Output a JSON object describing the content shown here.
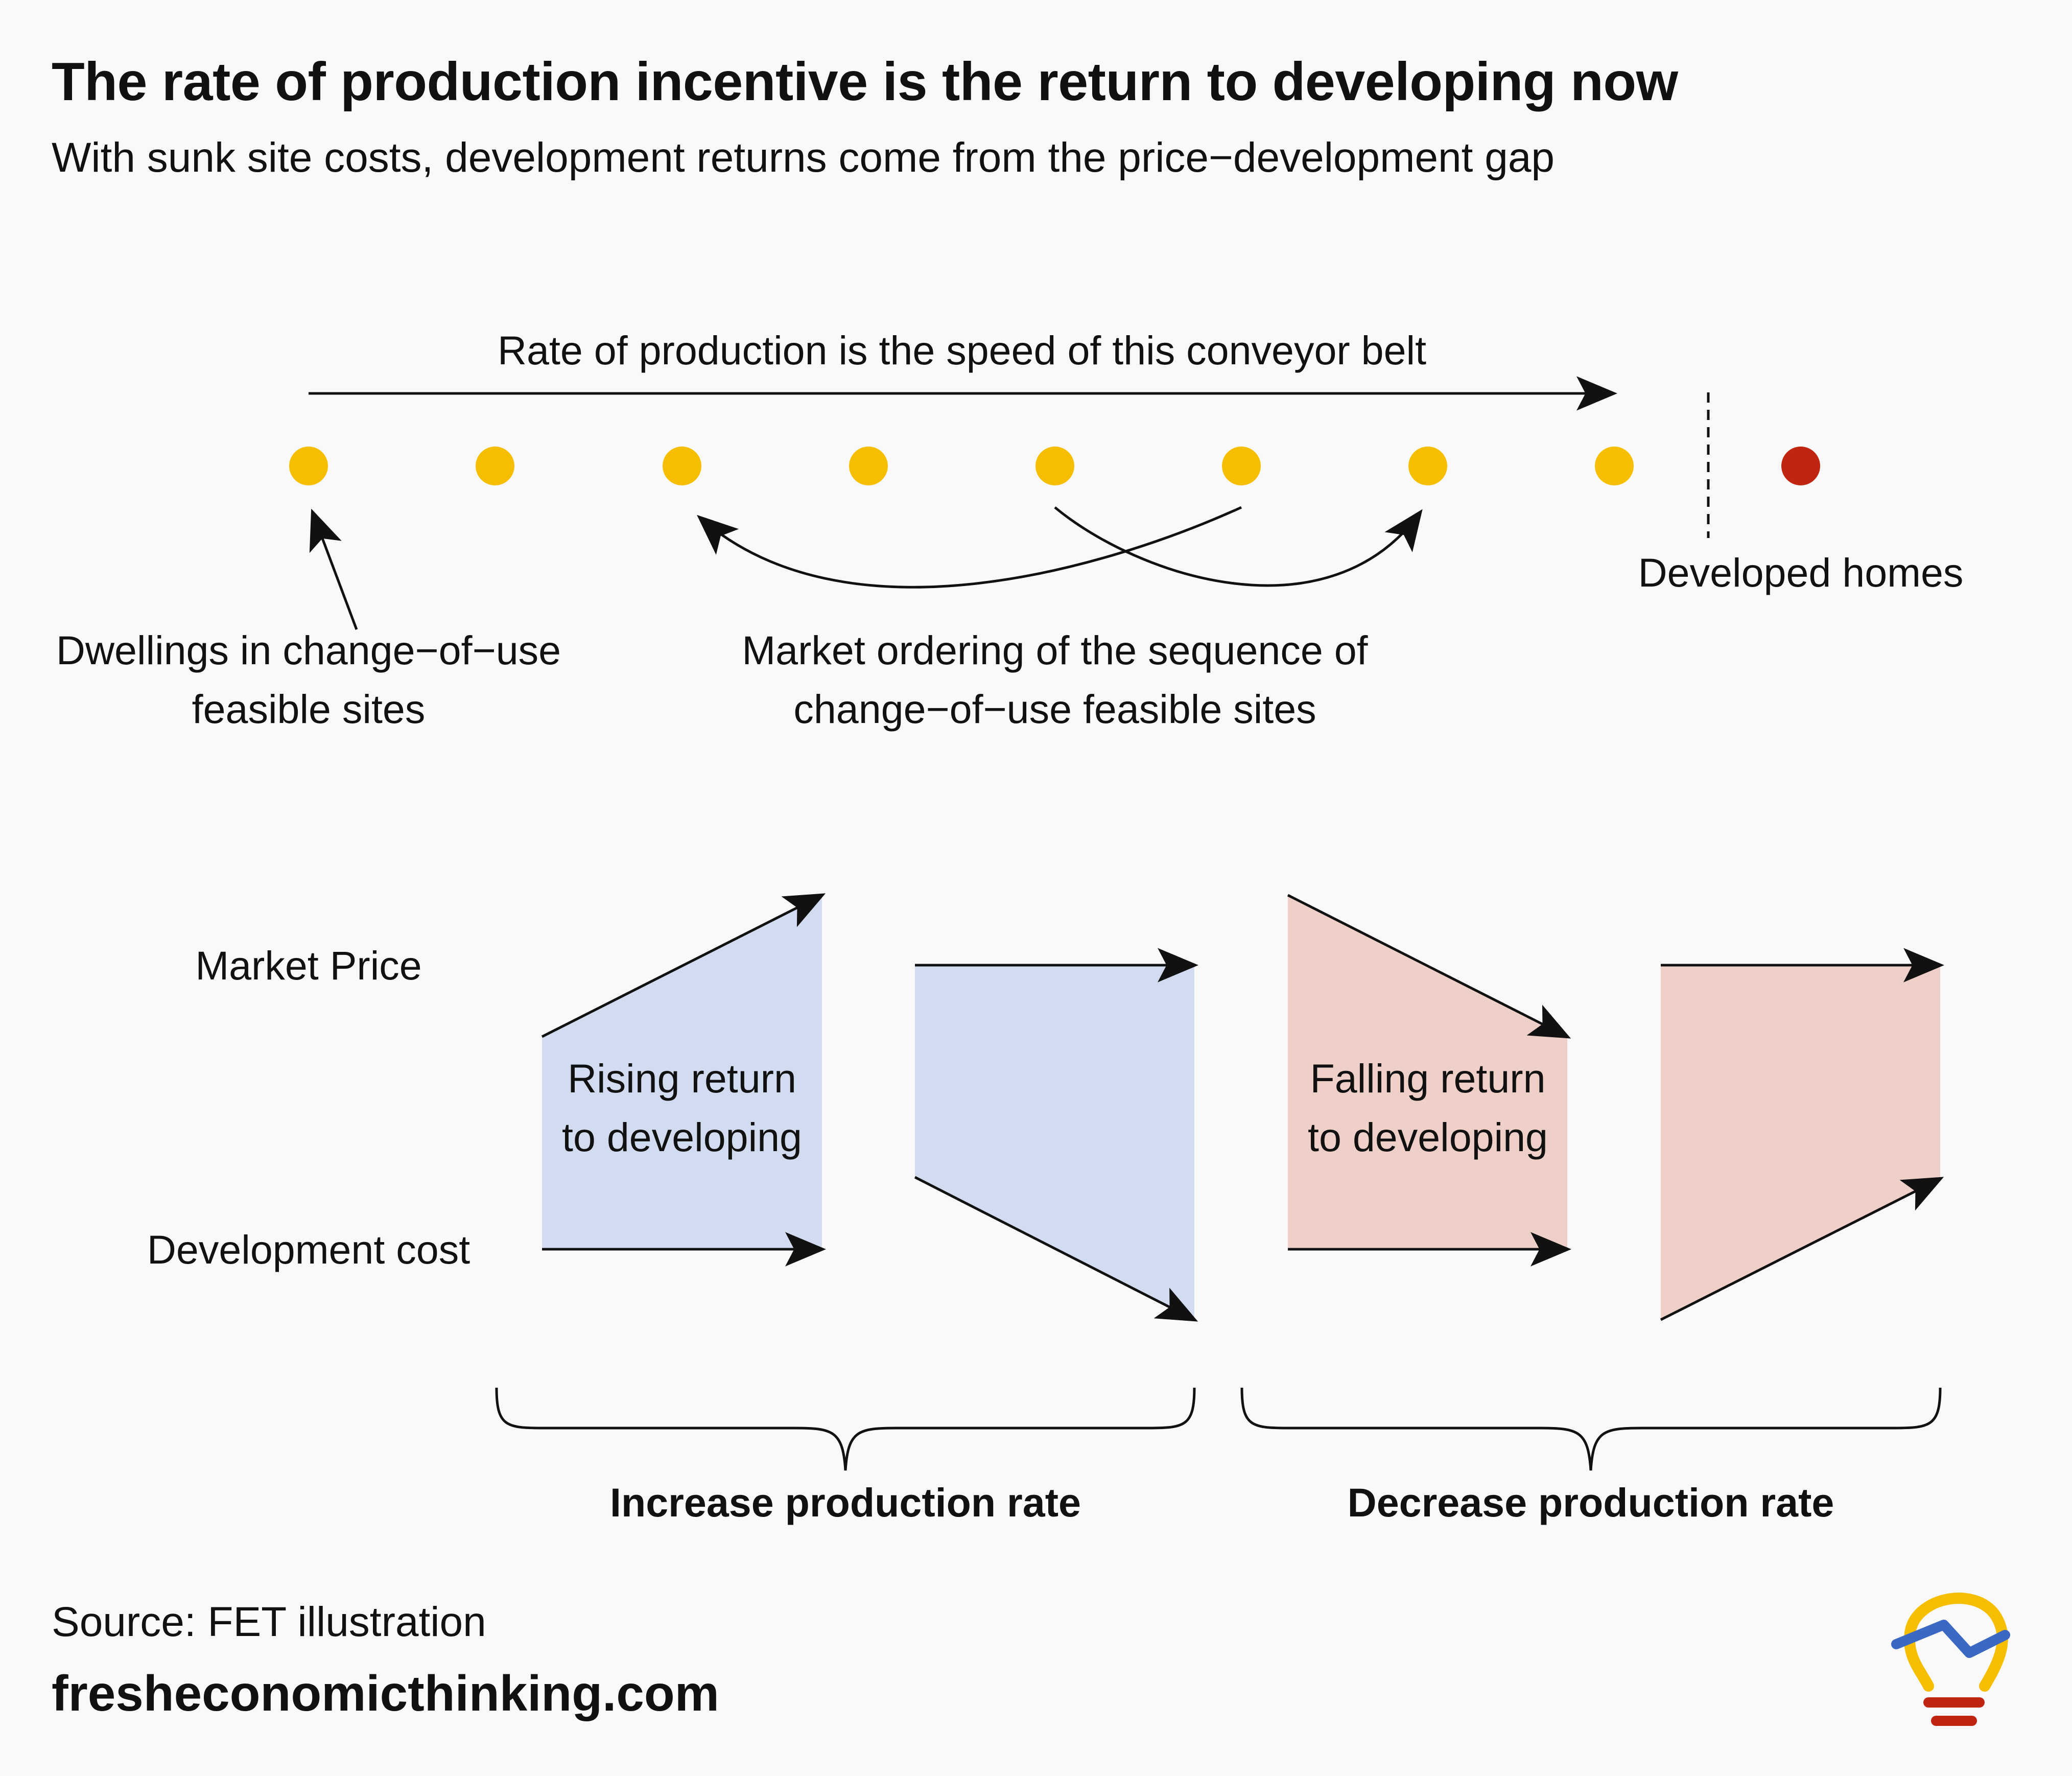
{
  "title": "The rate of production incentive is the return to developing now",
  "subtitle": "With sunk site costs, development returns come from the price−development gap",
  "conveyor": {
    "speed_label": "Rate of production is the speed of this conveyor belt",
    "dwellings_label_line1": "Dwellings in change−of−use",
    "dwellings_label_line2": "feasible sites",
    "ordering_label_line1": "Market ordering of the sequence of",
    "ordering_label_line2": "change−of−use feasible sites",
    "developed_label": "Developed homes",
    "site_count": 8,
    "developed_count": 1
  },
  "returns": {
    "market_price_label": "Market Price",
    "development_cost_label": "Development cost",
    "rising_line1": "Rising return",
    "rising_line2": "to developing",
    "falling_line1": "Falling return",
    "falling_line2": "to developing",
    "increase_label": "Increase production rate",
    "decrease_label": "Decrease production rate"
  },
  "colors": {
    "site_dot": "#F5BE00",
    "developed_dot": "#C0250F",
    "blue_fill": "#D1DCF0",
    "red_fill": "#EFD0C8",
    "increase_text": "#3A68C2",
    "decrease_text": "#C0340F",
    "logo_bulb": "#F5BE00",
    "logo_line": "#3A68C2",
    "logo_base": "#C0250F"
  },
  "source": "Source: FET illustration",
  "website": "fresheconomicthinking.com"
}
